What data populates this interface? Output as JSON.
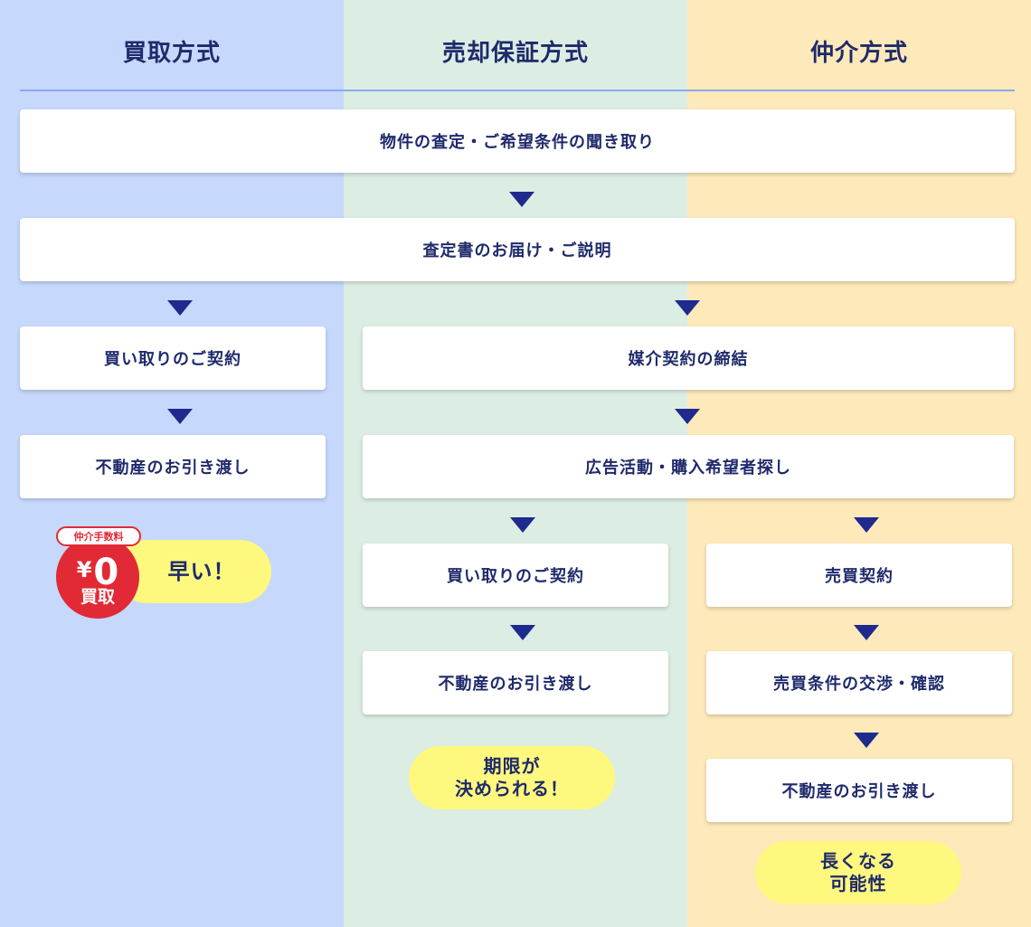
{
  "columns": [
    {
      "title": "買取方式"
    },
    {
      "title": "売却保証方式"
    },
    {
      "title": "仲介方式"
    }
  ],
  "steps": {
    "common_1": "物件の査定・ご希望条件の聞き取り",
    "common_2": "査定書のお届け・ご説明",
    "kaitori_contract": "買い取りのご契約",
    "kaitori_handover": "不動産のお引き渡し",
    "mediation_contract": "媒介契約の締結",
    "advertising": "広告活動・購入希望者探し",
    "hosho_contract": "買い取りのご契約",
    "hosho_handover": "不動産のお引き渡し",
    "sale_contract": "売買契約",
    "negotiation": "売買条件の交渉・確認",
    "chukai_handover": "不動産のお引き渡し"
  },
  "badge": {
    "tag": "仲介手数料",
    "currency": "¥",
    "amount": "0",
    "label": "買取"
  },
  "outcomes": {
    "kaitori": "早い！",
    "hosho_line1": "期限が",
    "hosho_line2": "決められる！",
    "chukai_line1": "長くなる",
    "chukai_line2": "可能性"
  },
  "colors": {
    "col1_bg": "#c6d8fb",
    "col2_bg": "#dcede3",
    "col3_bg": "#fde9b9",
    "text": "#1f2a6b",
    "arrow": "#1f2a8f",
    "pill": "#fef87e",
    "badge": "#e12a35"
  }
}
